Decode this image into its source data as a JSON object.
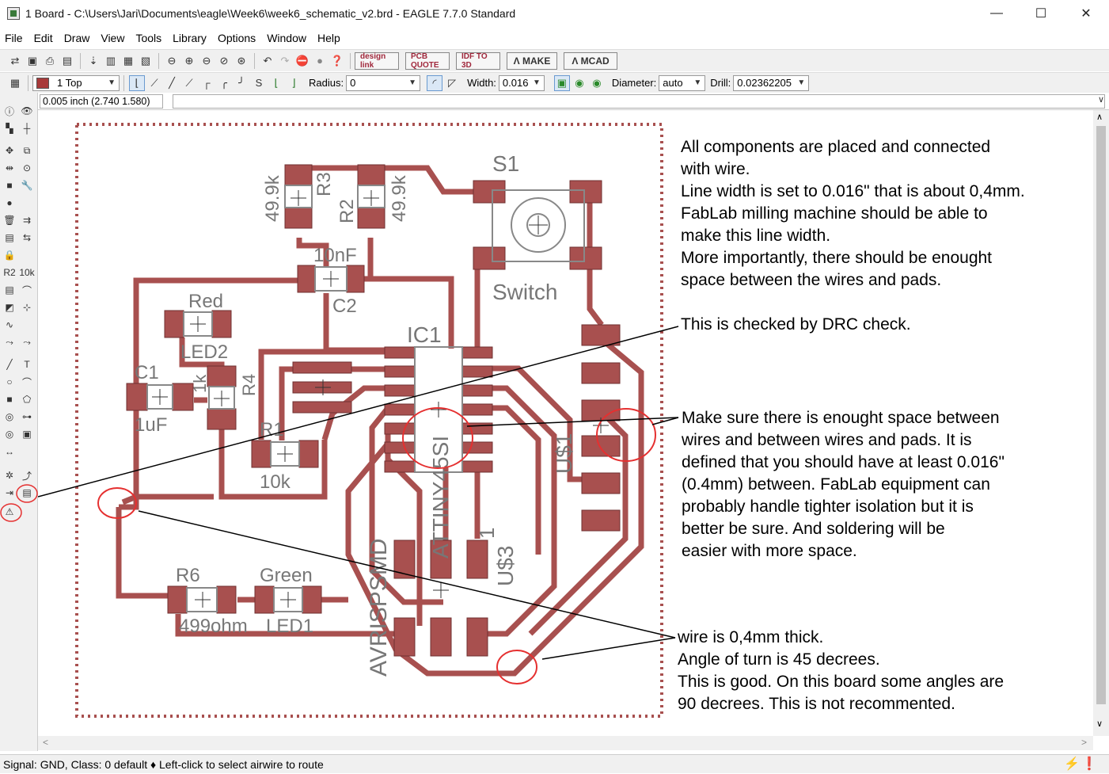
{
  "window": {
    "title": "1 Board - C:\\Users\\Jari\\Documents\\eagle\\Week6\\week6_schematic_v2.brd - EAGLE 7.7.0 Standard",
    "minimize": "—",
    "maximize": "☐",
    "close": "✕"
  },
  "menu": [
    "File",
    "Edit",
    "Draw",
    "View",
    "Tools",
    "Library",
    "Options",
    "Window",
    "Help"
  ],
  "toolbar": {
    "brand_design": "design link",
    "brand_pcb": "PCB QUOTE",
    "brand_idf": "IDF TO 3D",
    "make": "MAKE",
    "mcad": "MCAD"
  },
  "route_bar": {
    "layer": "1 Top",
    "layer_color": "#a83a3a",
    "radius_label": "Radius:",
    "radius_value": "0",
    "width_label": "Width:",
    "width_value": "0.016",
    "diameter_label": "Diameter:",
    "diameter_value": "auto",
    "drill_label": "Drill:",
    "drill_value": "0.02362205"
  },
  "coordinate": "0.005 inch (2.740 1.580)",
  "board": {
    "trace_color": "#a8504f",
    "labels": {
      "s1": "S1",
      "switch": "Switch",
      "r3": "R3",
      "r2": "R2",
      "r3_value": "49.9k",
      "r2_value": "49.9k",
      "c2_value": "10nF",
      "c2": "C2",
      "red": "Red",
      "led2": "LED2",
      "c1": "C1",
      "c1_value": "1uF",
      "r4_value": "1k",
      "r4": "R4",
      "r1": "R1",
      "r1_value": "10k",
      "ic1": "IC1",
      "ic1_value": "ATTINY45SI",
      "u1": "U$1",
      "u3": "U$3",
      "pin1": "1",
      "avrisp": "AVRISPSMD",
      "r6": "R6",
      "r6_value": "499ohm",
      "green": "Green",
      "led1": "LED1"
    }
  },
  "annotations": {
    "block1": [
      "All components are placed and connected",
      "with wire.",
      "Line width is set to 0.016\" that is about 0,4mm.",
      "FabLab milling machine should be able to",
      "make this line width.",
      "More importantly, there should be enought",
      "space between the wires and pads."
    ],
    "drc": "This is checked by DRC check.",
    "block2": [
      "Make sure there is enought space between",
      "wires and between wires and pads. It is",
      "defined that you should have at least 0.016\"",
      "(0.4mm) between. FabLab equipment can",
      "probably handle tighter isolation but it is",
      "better be sure. And soldering will be",
      "easier with more space."
    ],
    "block3": [
      "wire is 0,4mm thick.",
      "Angle of turn is 45 decrees.",
      "This is good. On this board some angles are",
      "90 decrees. This is not recommented."
    ]
  },
  "status": "Signal: GND, Class: 0 default ♦ Left-click to select airwire to route"
}
